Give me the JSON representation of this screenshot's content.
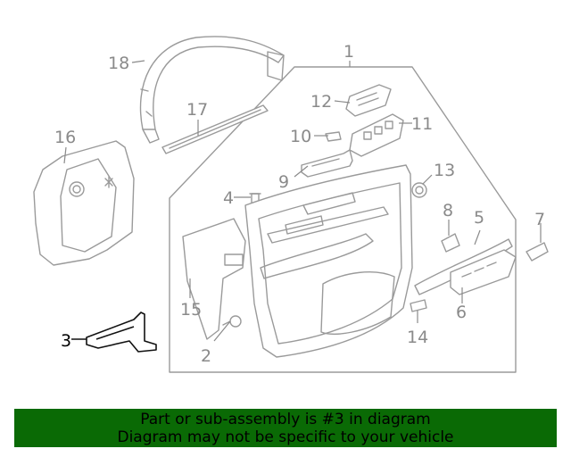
{
  "callouts": {
    "c1": "1",
    "c2": "2",
    "c3": "3",
    "c4": "4",
    "c5": "5",
    "c6": "6",
    "c7": "7",
    "c8": "8",
    "c9": "9",
    "c10": "10",
    "c11": "11",
    "c12": "12",
    "c13": "13",
    "c14": "14",
    "c15": "15",
    "c16": "16",
    "c17": "17",
    "c18": "18"
  },
  "highlighted_callout": "3",
  "banner": {
    "line1": "Part or sub-assembly is #3 in diagram",
    "line2": "Diagram may not be specific to your vehicle"
  },
  "colors": {
    "banner_bg": "#0a6a05",
    "line_gray": "#9a9a9a",
    "highlight": "#111111"
  }
}
